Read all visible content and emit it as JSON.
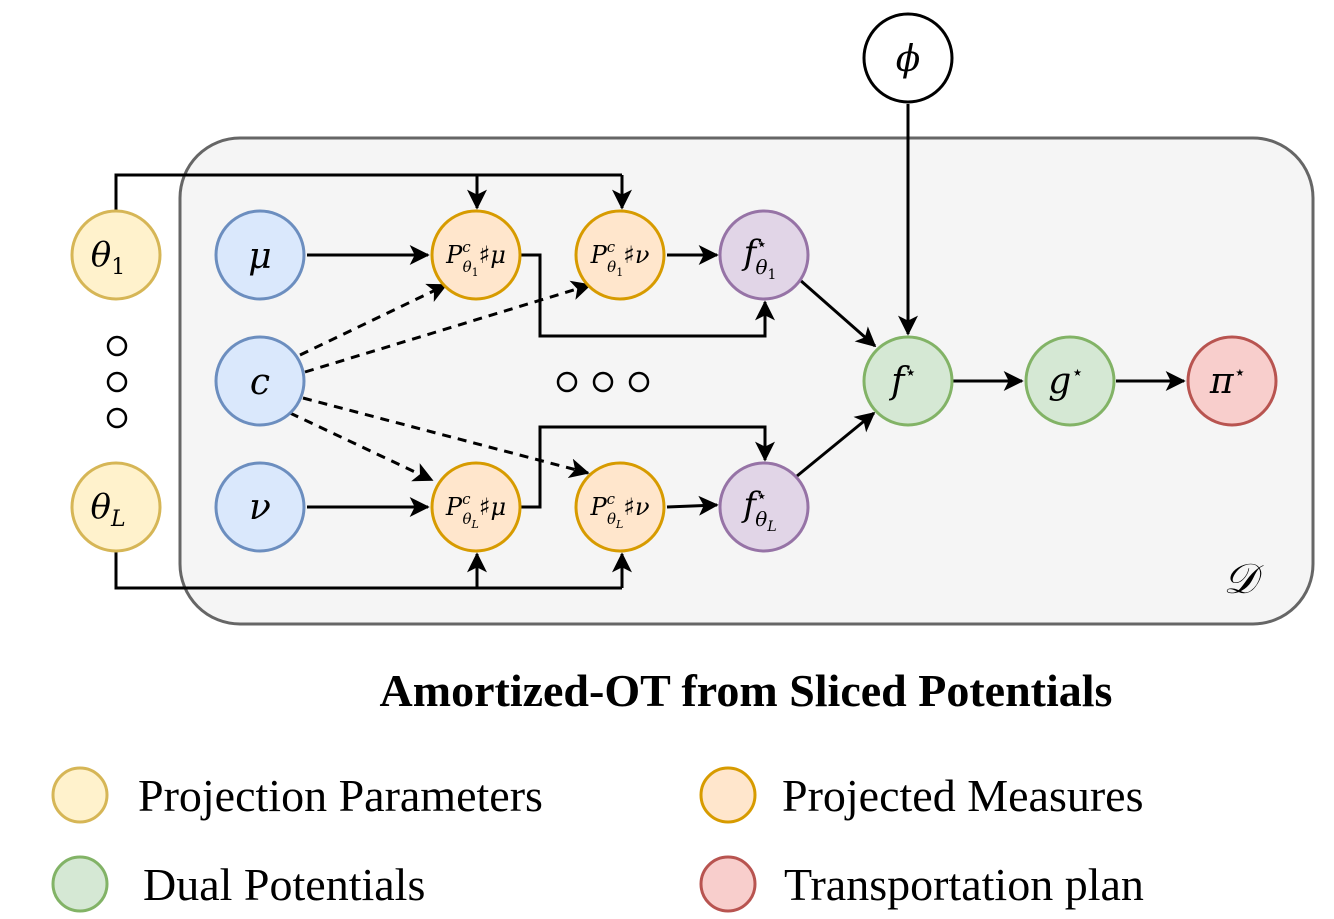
{
  "colors": {
    "projection_params": {
      "fill": "#fff2cc",
      "stroke": "#d6b656"
    },
    "projected_measures": {
      "fill": "#ffe6cc",
      "stroke": "#d79b00"
    },
    "inputs": {
      "fill": "#dae8fc",
      "stroke": "#6c8ebf"
    },
    "sliced_potentials": {
      "fill": "#e1d5e7",
      "stroke": "#9673a6"
    },
    "dual_potentials": {
      "fill": "#d5e8d4",
      "stroke": "#82b366"
    },
    "transport_plan": {
      "fill": "#f8cecc",
      "stroke": "#b85450"
    },
    "network": {
      "fill": "#ffffff",
      "stroke": "#000000"
    },
    "container": {
      "fill": "#f5f5f5",
      "stroke": "#666666"
    }
  },
  "nodes": {
    "theta1": "θ",
    "theta1_sub": "1",
    "thetaL": "θ",
    "thetaL_sub": "L",
    "mu": "μ",
    "c": "c",
    "nu": "ν",
    "phi": "ϕ",
    "f_star": "f",
    "g_star": "g",
    "pi_star": "π",
    "star": "⋆",
    "proj_P": "P",
    "proj_c": "c",
    "proj_sharp": "♯",
    "proj_theta": "θ",
    "sub_1": "1",
    "sub_L": "L",
    "slice_f": "f",
    "container_label": "𝒟"
  },
  "title": "Amortized-OT from Sliced Potentials",
  "legend": {
    "projection_parameters": "Projection Parameters",
    "projected_measures": "Projected Measures",
    "dual_potentials": "Dual Potentials",
    "transportation_plan": "Transportation plan"
  }
}
